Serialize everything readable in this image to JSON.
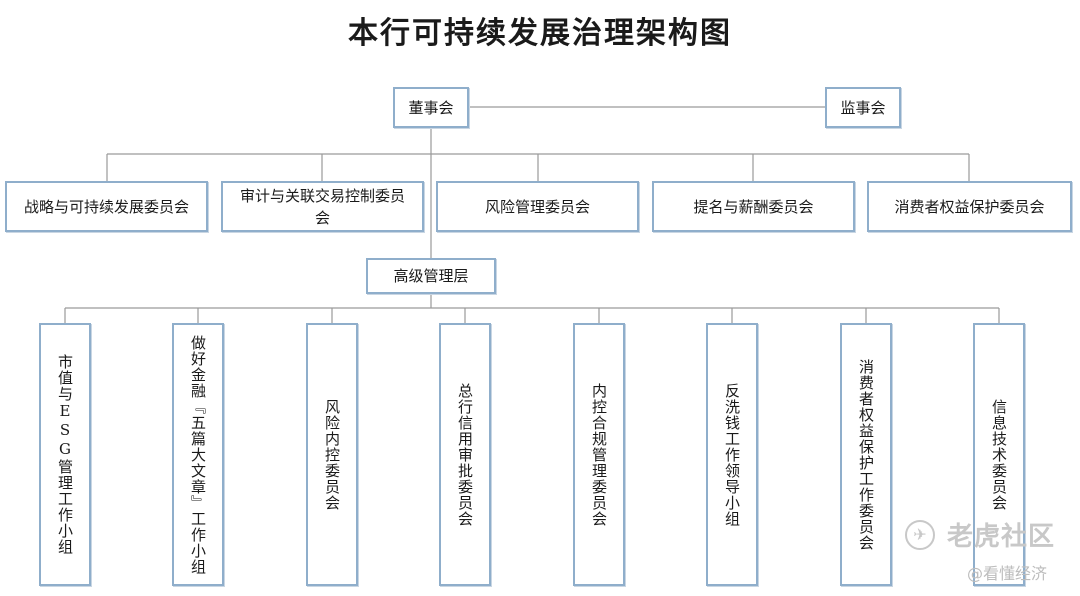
{
  "title": "本行可持续发展治理架构图",
  "board": "董事会",
  "supervisors": "监事会",
  "committees": [
    "战略与可持续发展委员会",
    "审计与关联交易控制委员会",
    "风险管理委员会",
    "提名与薪酬委员会",
    "消费者权益保护委员会"
  ],
  "senior_management": "高级管理层",
  "working_groups": [
    "市值与ESG管理工作小组",
    "做好金融『五篇大文章』工作小组",
    "风险内控委员会",
    "总行信用审批委员会",
    "内控合规管理委员会",
    "反洗钱工作领导小组",
    "消费者权益保护工作委员会",
    "信息技术委员会"
  ],
  "watermark": {
    "brand": "老虎社区",
    "sub": "@看懂经济"
  }
}
